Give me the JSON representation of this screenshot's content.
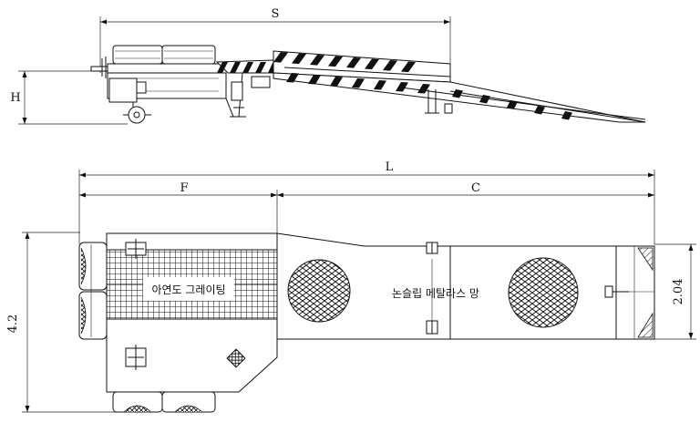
{
  "dimensions": {
    "S": "S",
    "H": "H",
    "L": "L",
    "F": "F",
    "C": "C",
    "width": "4.2",
    "ramp_width": "2.04"
  },
  "labels": {
    "deck_grating": "아연도 그레이팅",
    "ramp_mesh": "논슬립 메탈라스 망"
  }
}
